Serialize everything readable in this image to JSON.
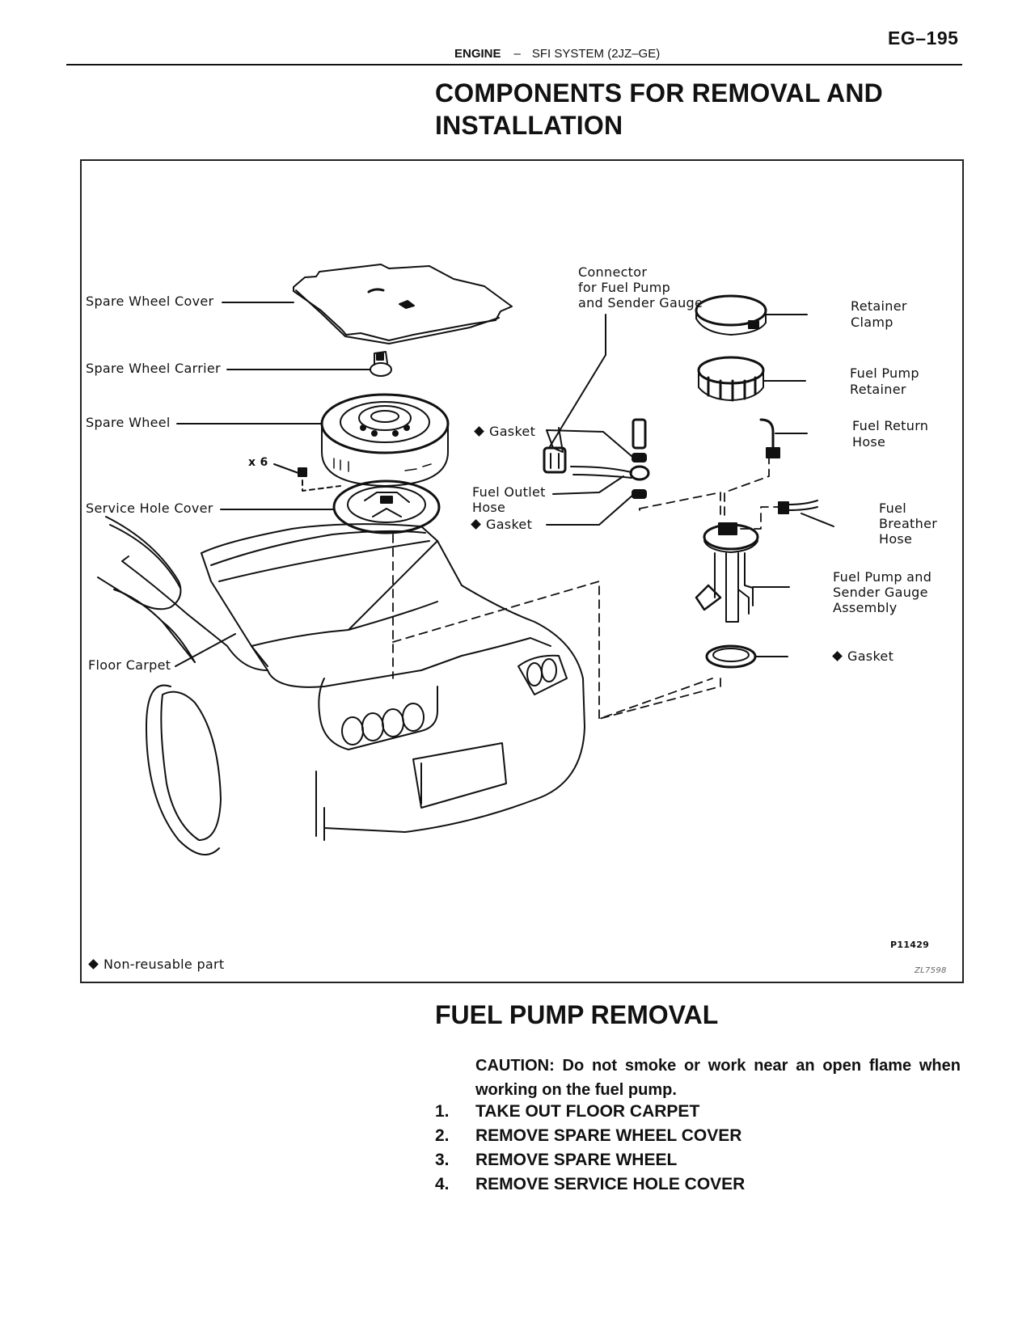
{
  "header": {
    "page_number": "EG–195",
    "section": "ENGINE",
    "separator": "–",
    "subsection": "SFI SYSTEM (2JZ–GE)"
  },
  "title": {
    "line1": "COMPONENTS FOR REMOVAL AND",
    "line2": "INSTALLATION"
  },
  "figure": {
    "labels": {
      "spare_wheel_cover": "Spare Wheel Cover",
      "spare_wheel_carrier": "Spare Wheel Carrier",
      "spare_wheel": "Spare Wheel",
      "x6": "x 6",
      "service_hole_cover": "Service Hole Cover",
      "floor_carpet": "Floor Carpet",
      "connector_line1": "Connector",
      "connector_line2": "for Fuel Pump",
      "connector_line3": "and Sender Gauge",
      "retainer_clamp_line1": "Retainer",
      "retainer_clamp_line2": "Clamp",
      "fuel_pump_retainer_line1": "Fuel Pump",
      "fuel_pump_retainer_line2": "Retainer",
      "fuel_return_hose_line1": "Fuel Return",
      "fuel_return_hose_line2": "Hose",
      "gasket_upper": "Gasket",
      "fuel_outlet_hose_line1": "Fuel Outlet",
      "fuel_outlet_hose_line2": "Hose",
      "gasket_lower": "Gasket",
      "fuel_breather_hose_line1": "Fuel",
      "fuel_breather_hose_line2": "Breather",
      "fuel_breather_hose_line3": "Hose",
      "pump_assembly_line1": "Fuel Pump and",
      "pump_assembly_line2": "Sender Gauge",
      "pump_assembly_line3": "Assembly",
      "gasket_pump": "Gasket"
    },
    "legend": "Non-reusable part",
    "figure_code": "P11429",
    "stamp": "ZL7598"
  },
  "section2": {
    "title": "FUEL PUMP REMOVAL",
    "caution": "CAUTION: Do not smoke or work near an open flame when working on the fuel pump.",
    "steps": [
      {
        "num": "1.",
        "text": "TAKE OUT FLOOR CARPET"
      },
      {
        "num": "2.",
        "text": "REMOVE SPARE WHEEL COVER"
      },
      {
        "num": "3.",
        "text": "REMOVE SPARE WHEEL"
      },
      {
        "num": "4.",
        "text": "REMOVE SERVICE HOLE COVER"
      }
    ]
  }
}
